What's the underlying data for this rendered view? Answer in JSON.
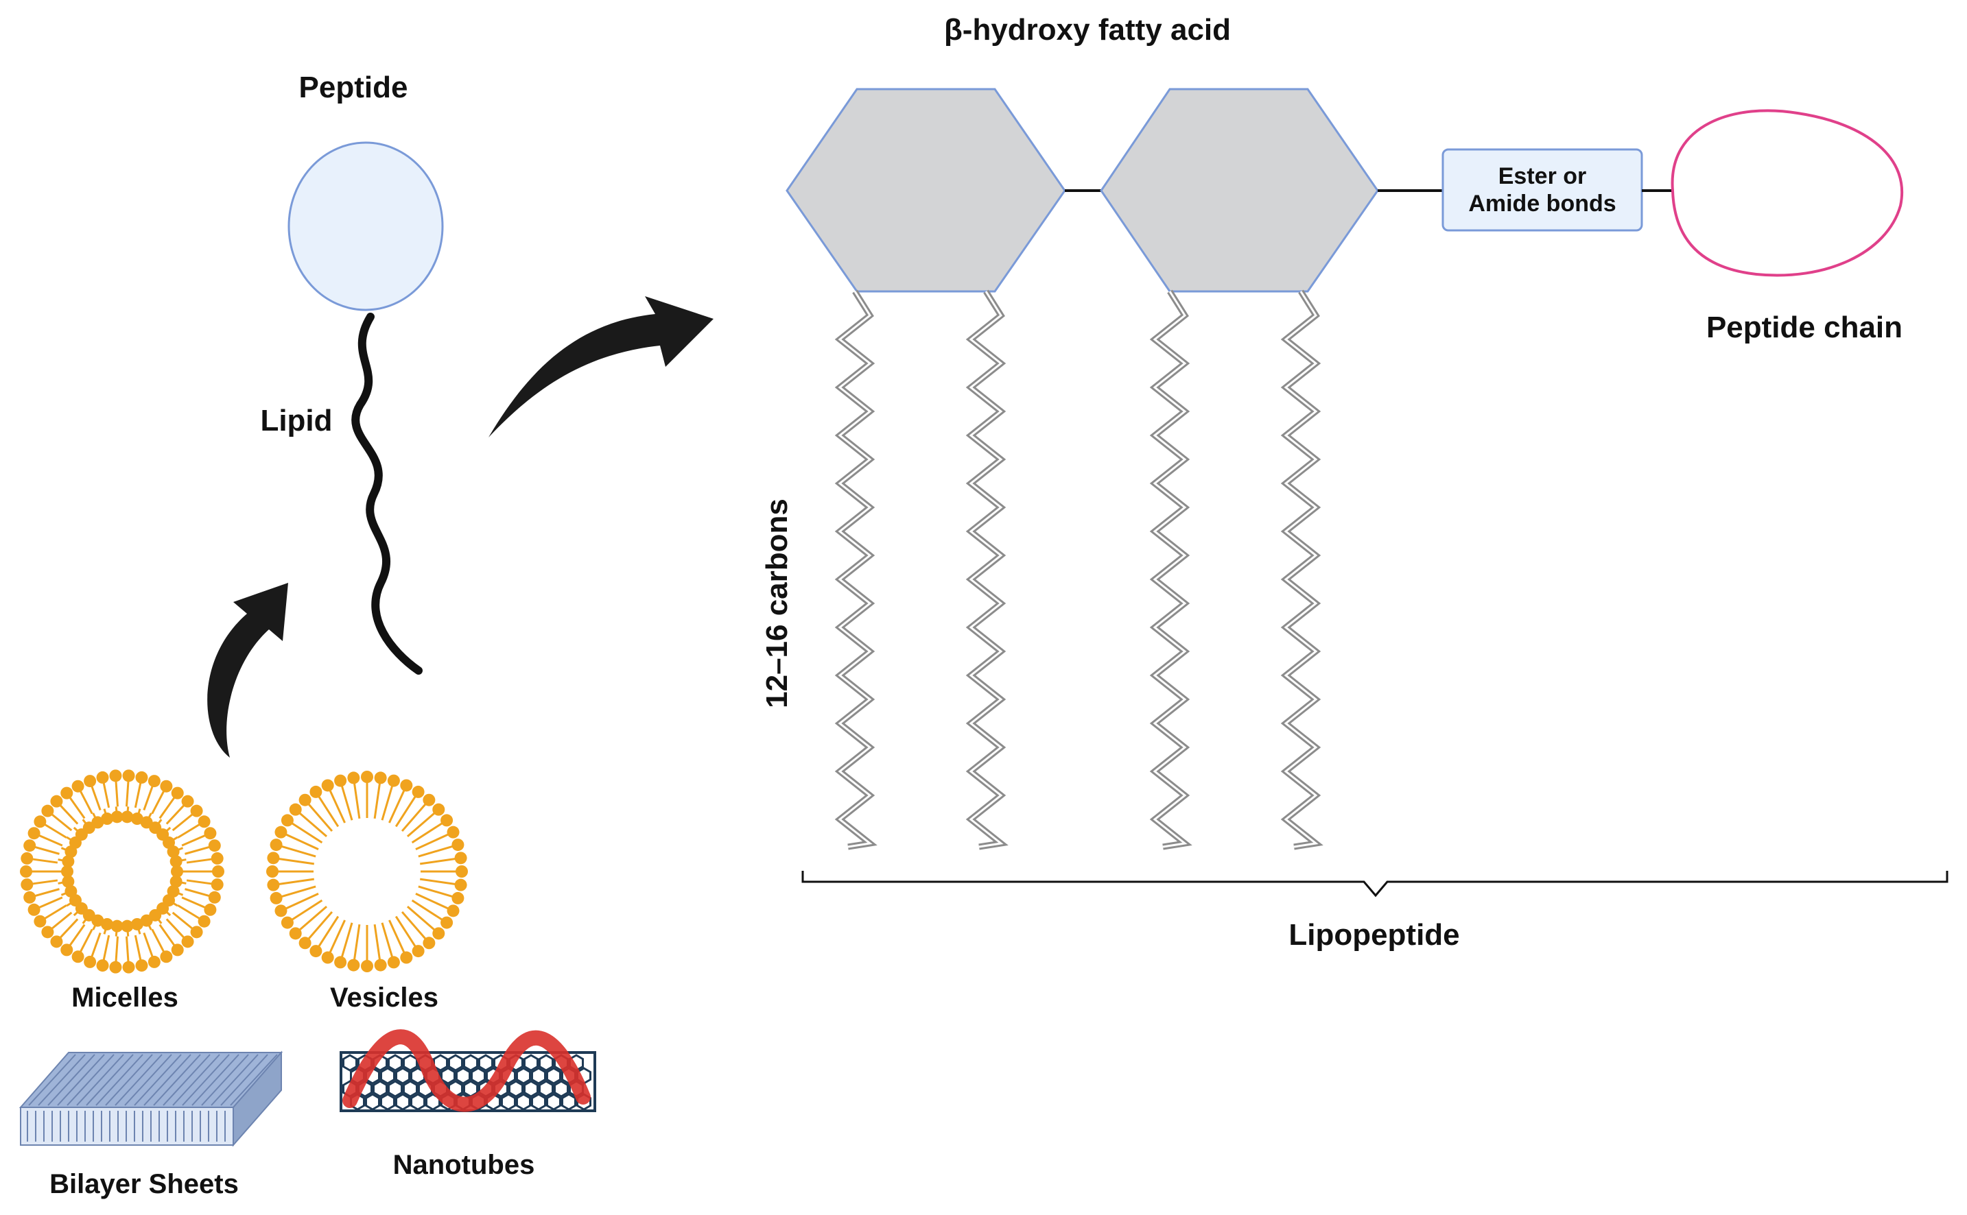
{
  "labels": {
    "peptide": "Peptide",
    "lipid": "Lipid",
    "beta_hydroxy": "β-hydroxy fatty acid",
    "ester_line1": "Ester or",
    "ester_line2": "Amide bonds",
    "peptide_chain": "Peptide chain",
    "carbons": "12–16 carbons",
    "lipopeptide": "Lipopeptide",
    "micelles": "Micelles",
    "vesicles": "Vesicles",
    "bilayer": "Bilayer Sheets",
    "nanotubes": "Nanotubes"
  },
  "colors": {
    "peptide_fill": "#e8f1fc",
    "outline_blue": "#7a9ad8",
    "hexagon_fill": "#d3d4d6",
    "chain_gray": "#8c8c8c",
    "peptide_chain_pink": "#e0408a",
    "orange": "#f0a31e",
    "nanotube_red": "#d9312b",
    "nanotube_dark": "#1e3a55",
    "sheet_blue": "#9fb4d8"
  },
  "icons": [
    "micelle-icon",
    "vesicle-icon",
    "bilayer-sheet-icon",
    "nanotube-icon"
  ]
}
